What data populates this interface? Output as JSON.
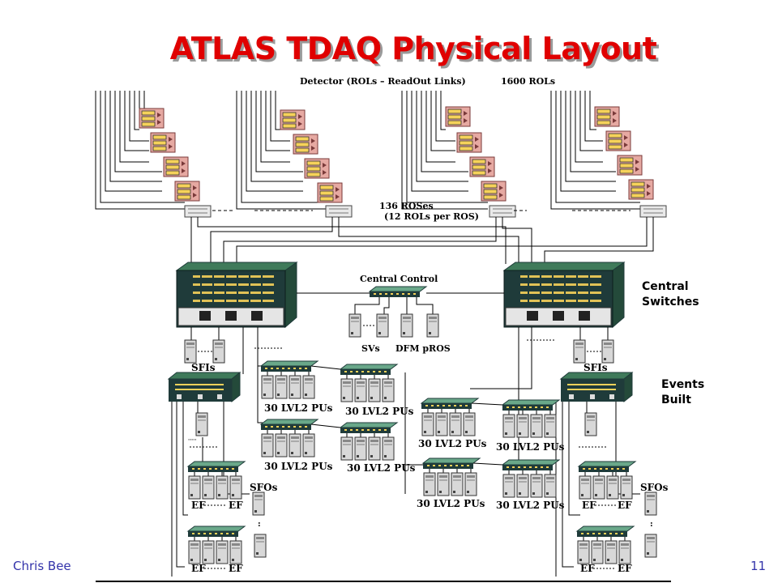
{
  "title": "ATLAS TDAQ Physical Layout",
  "header_labels": {
    "detector": "Detector (ROLs – ReadOut Links)",
    "rols": "1600 ROLs"
  },
  "ros_label": {
    "line1": "136 ROSes",
    "line2": "(12 ROLs per ROS)"
  },
  "central_control": {
    "title": "Central Control",
    "svs": "SVs",
    "dfm_pros": "DFM pROS"
  },
  "side_labels": {
    "central_switches": [
      "Central",
      "Switches"
    ],
    "events_built": [
      "Events",
      "Built"
    ]
  },
  "sfi_label": "SFIs",
  "sfo_label": "SFOs",
  "lvl2_label": "30 LVL2 PUs",
  "ef_label": "EF",
  "footer": {
    "author": "Chris Bee",
    "page": "11"
  },
  "colors": {
    "title": "#e00000",
    "title_shadow": "#9a9a9a",
    "crate_fill": "#e6a9a2",
    "crate_outline": "#7a3a3a",
    "switch_dark": "#1f3b3a",
    "switch_green": "#3f7a5a",
    "footer_text": "#3333aa"
  }
}
